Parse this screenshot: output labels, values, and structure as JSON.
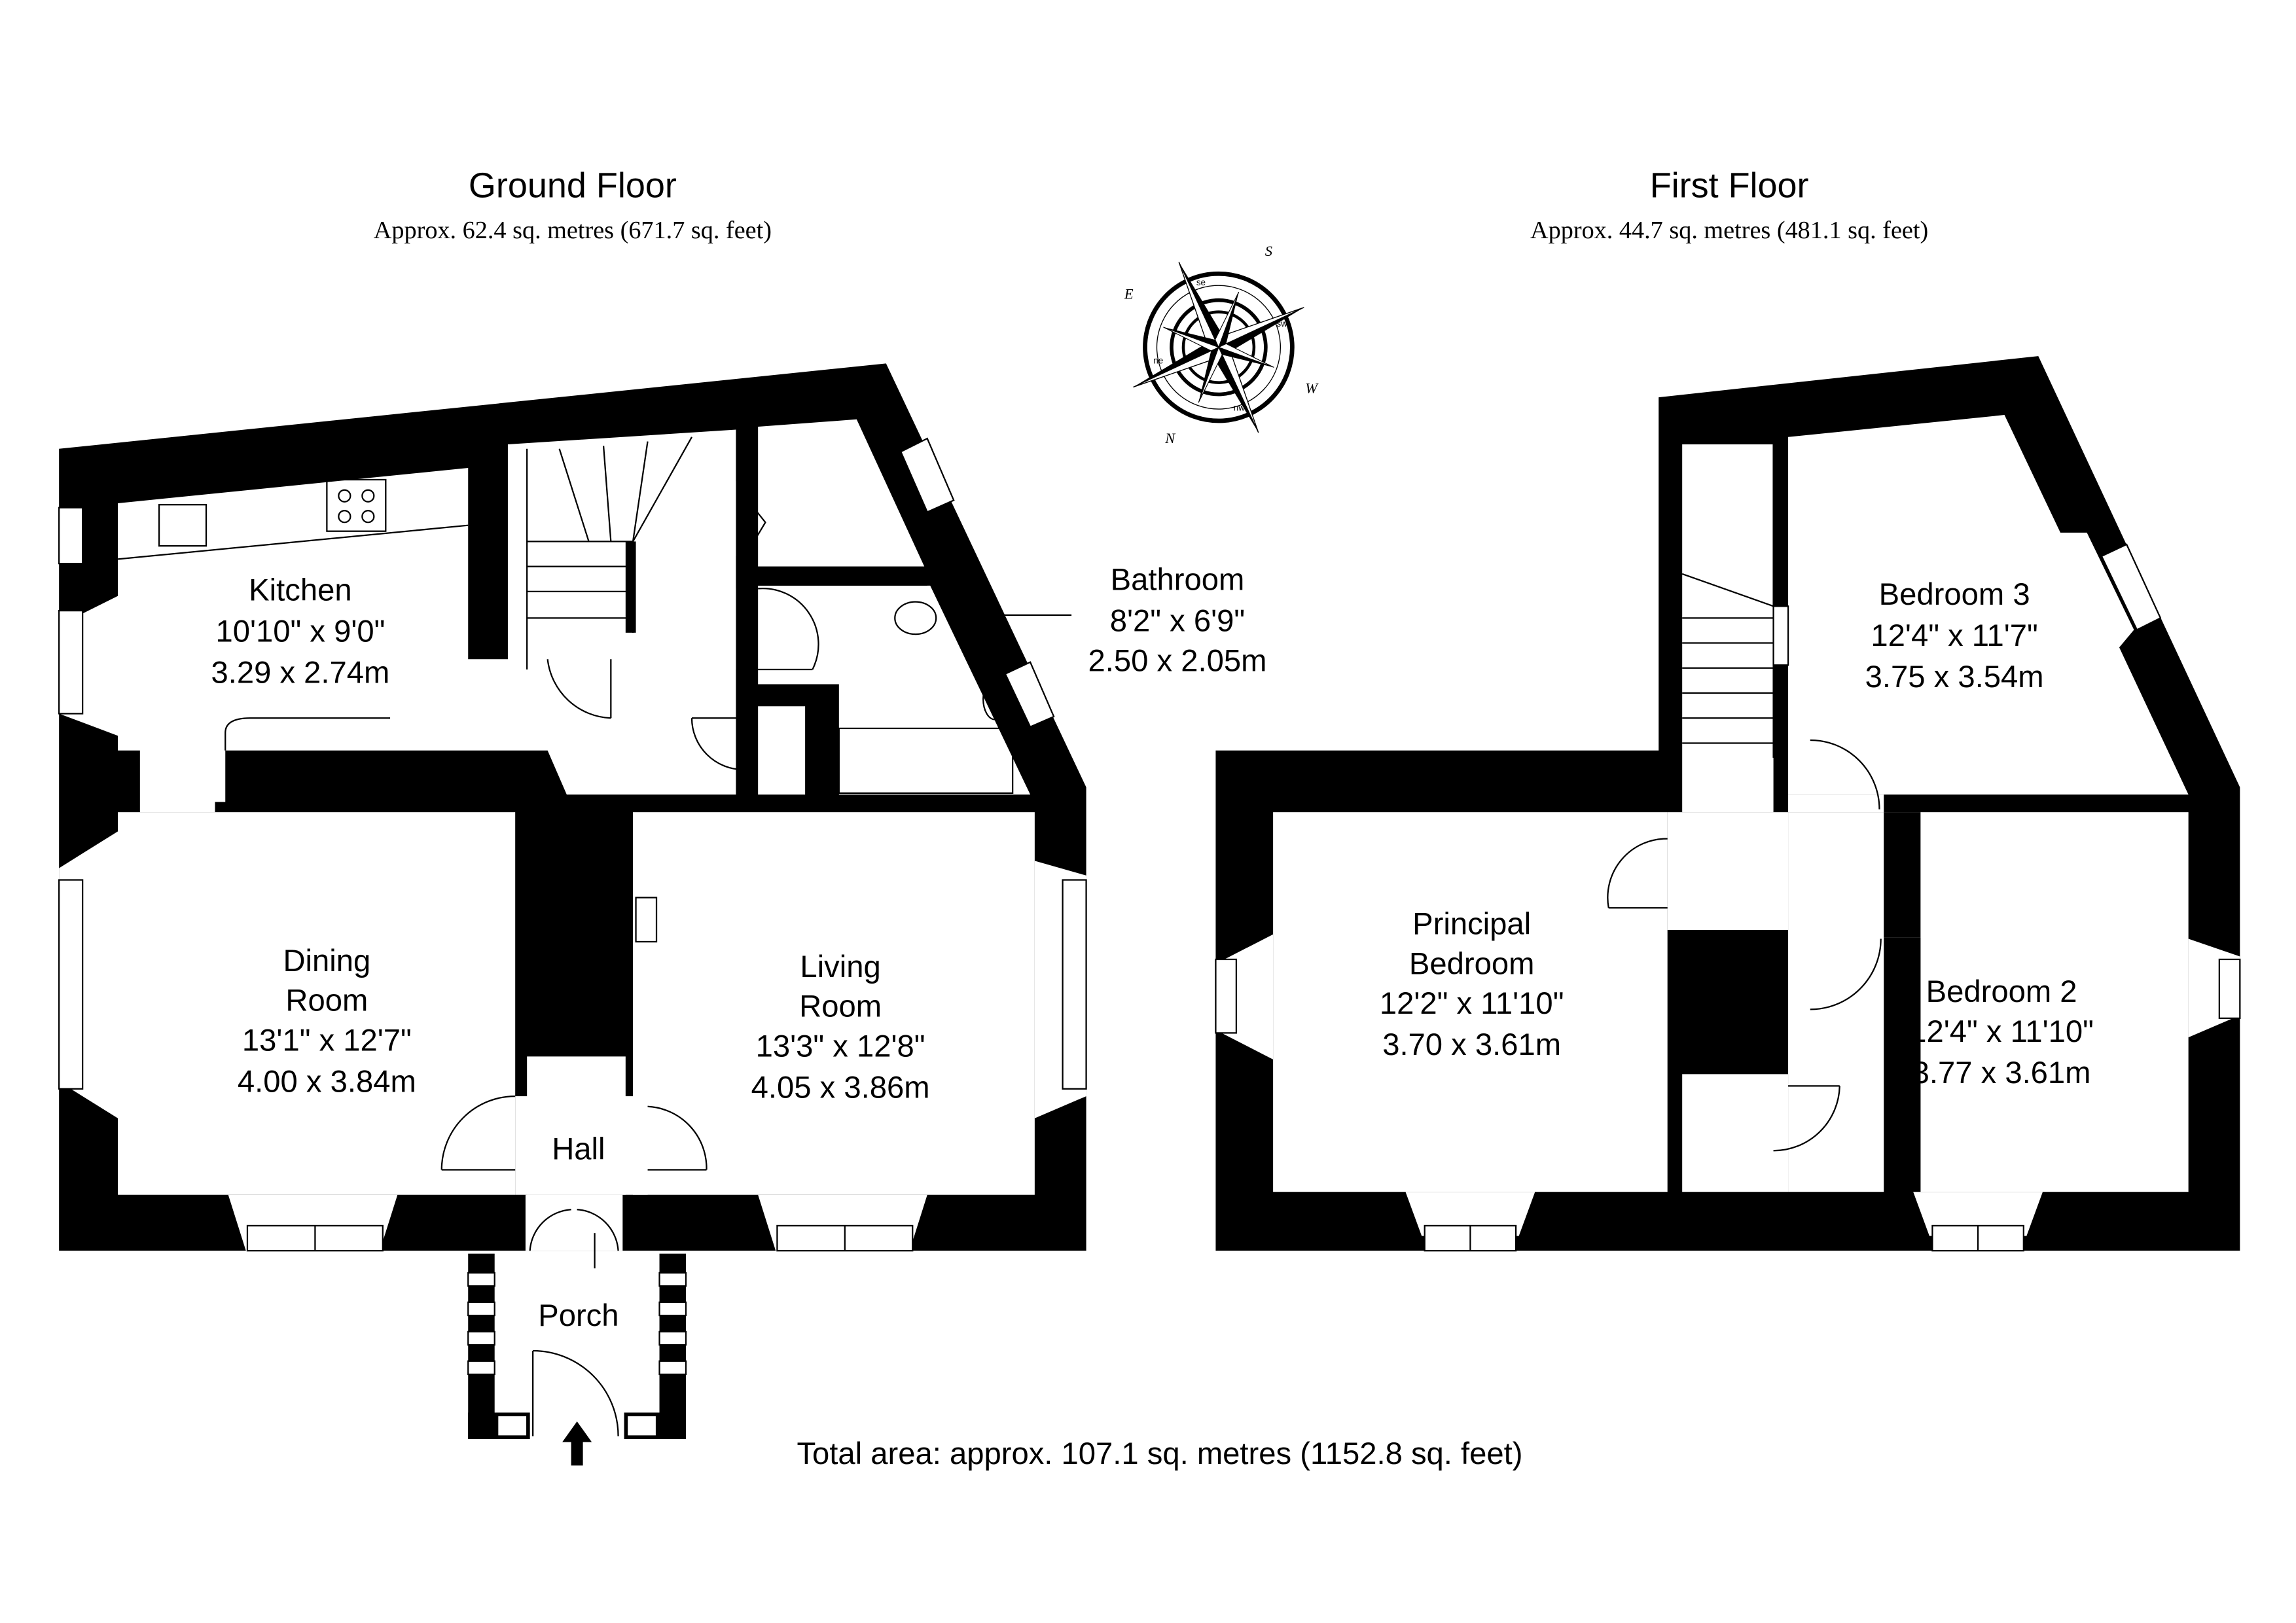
{
  "ground_floor": {
    "title": "Ground Floor",
    "area": "Approx. 62.4 sq. metres (671.7 sq. feet)",
    "rooms": [
      {
        "name": "Kitchen",
        "imperial": "10'10\" x 9'0\"",
        "metric": "3.29 x 2.74m"
      },
      {
        "name_line1": "Dining",
        "name_line2": "Room",
        "imperial": "13'1\" x 12'7\"",
        "metric": "4.00 x 3.84m"
      },
      {
        "name_line1": "Living",
        "name_line2": "Room",
        "imperial": "13'3\" x 12'8\"",
        "metric": "4.05 x 3.86m"
      },
      {
        "name": "Bathroom",
        "imperial": "8'2\" x 6'9\"",
        "metric": "2.50 x 2.05m"
      },
      {
        "name": "Hall"
      },
      {
        "name": "Porch"
      }
    ]
  },
  "first_floor": {
    "title": "First Floor",
    "area": "Approx. 44.7 sq. metres (481.1 sq. feet)",
    "rooms": [
      {
        "name_line1": "Principal",
        "name_line2": "Bedroom",
        "imperial": "12'2\" x 11'10\"",
        "metric": "3.70 x 3.61m"
      },
      {
        "name": "Bedroom 3",
        "imperial": "12'4\" x 11'7\"",
        "metric": "3.75 x 3.54m"
      },
      {
        "name": "Bedroom 2",
        "imperial": "12'4\" x 11'10\"",
        "metric": "3.77 x 3.61m"
      }
    ]
  },
  "compass": {
    "n": "N",
    "s": "S",
    "e": "E",
    "w": "W",
    "ne": "ne",
    "se": "se",
    "sw": "sw",
    "nw": "nw"
  },
  "total_area": "Total area: approx. 107.1 sq. metres (1152.8 sq. feet)"
}
